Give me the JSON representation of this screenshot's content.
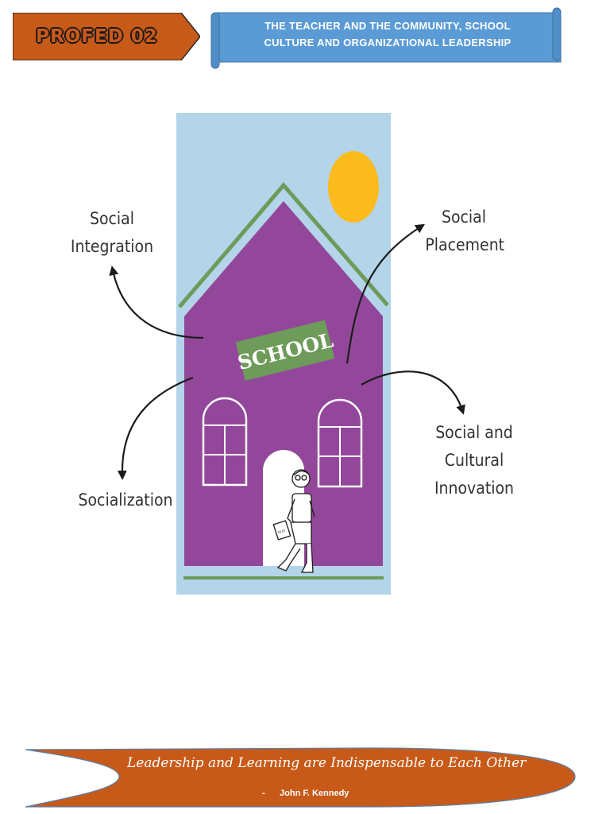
{
  "header": {
    "course_code": "PROFED 02",
    "course_title_line1": "THE TEACHER AND THE COMMUNITY, SCHOOL",
    "course_title_line2": "CULTURE AND ORGANIZATIONAL LEADERSHIP"
  },
  "diagram": {
    "sign_text": "SCHOOL",
    "book_text": "TEXT",
    "labels": {
      "social_integration_1": "Social",
      "social_integration_2": "Integration",
      "social_placement_1": "Social",
      "social_placement_2": "Placement",
      "socialization": "Socialization",
      "innovation_1": "Social and Cultural",
      "innovation_2": "Innovation"
    }
  },
  "footer": {
    "quote": "Leadership and Learning are Indispensable to Each Other",
    "author_dash": "-",
    "author": "John F. Kennedy"
  },
  "colors": {
    "orange": "#c75a19",
    "blue": "#5b9bd5",
    "purple": "#93479b",
    "sky": "#b4d4ea",
    "green": "#6e9a5a",
    "sun": "#fbbb1d"
  }
}
